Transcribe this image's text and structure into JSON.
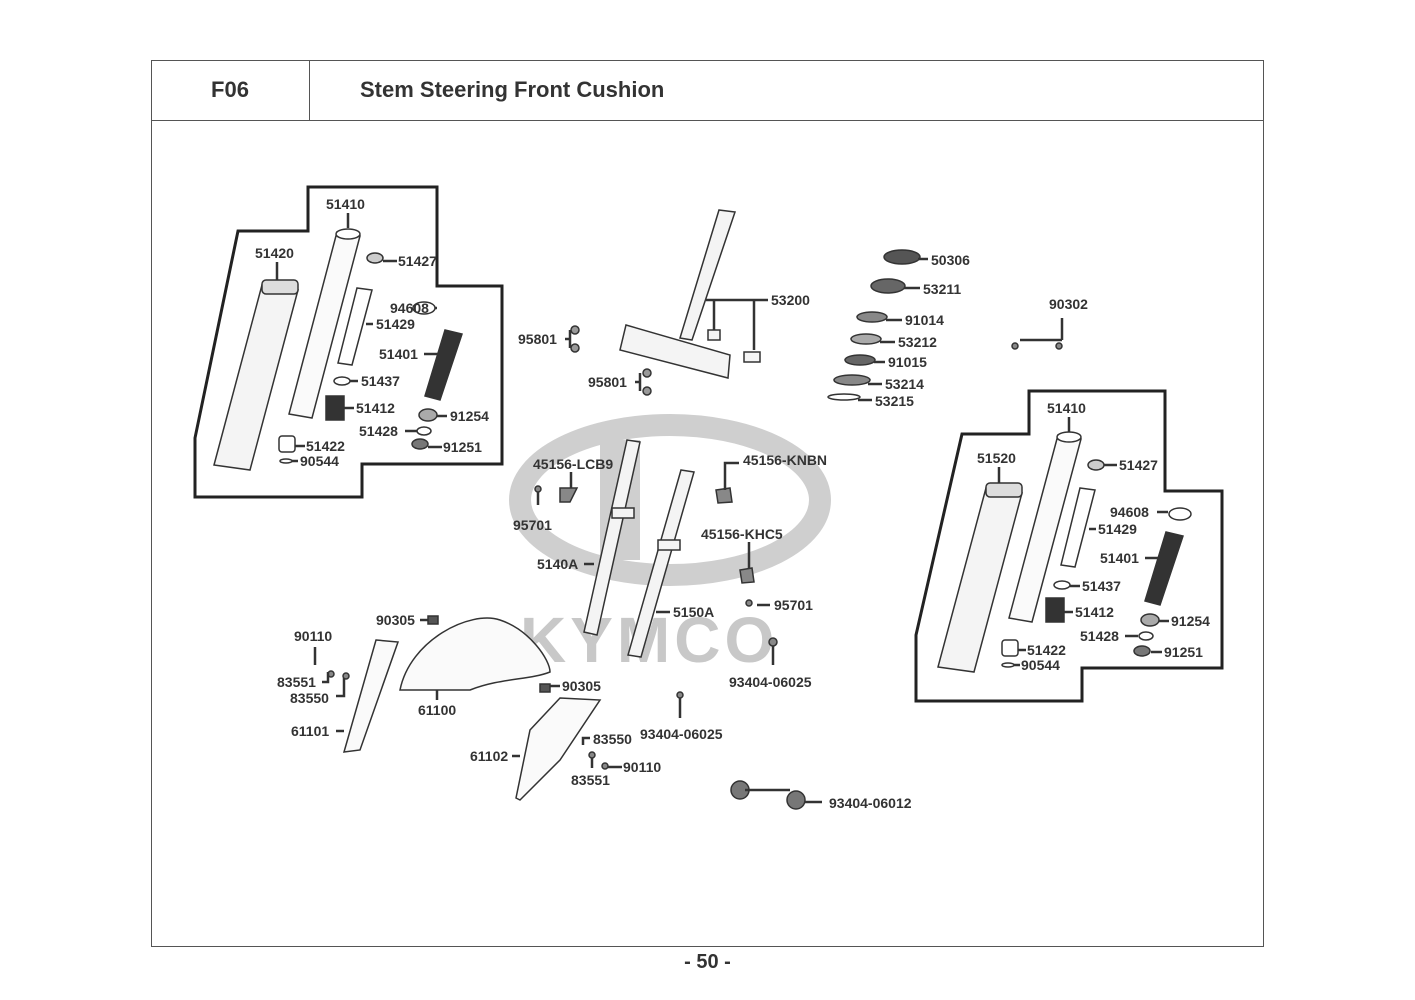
{
  "header": {
    "code": "F06",
    "title": "Stem Steering  Front Cushion"
  },
  "watermark": "KYMCO",
  "footer": {
    "page_number": "- 50 -"
  },
  "left_fork_group": {
    "labels": [
      "51410",
      "51420",
      "51427",
      "94608",
      "51429",
      "51401",
      "51437",
      "51412",
      "91254",
      "51428",
      "91251",
      "51422",
      "90544"
    ]
  },
  "right_fork_group": {
    "labels": [
      "51410",
      "51520",
      "51427",
      "94608",
      "51429",
      "51401",
      "51437",
      "51412",
      "51428",
      "91254",
      "91251",
      "51422",
      "90544"
    ]
  },
  "steering_stem": {
    "labels": [
      "53200",
      "95801",
      "95801"
    ]
  },
  "bearing_stack": {
    "labels": [
      "50306",
      "53211",
      "91014",
      "53212",
      "91015",
      "53214",
      "53215"
    ]
  },
  "misc_parts": {
    "labels": [
      "90302",
      "45156-LCB9",
      "45156-KNBN",
      "95701",
      "45156-KHC5",
      "5140A",
      "5150A",
      "95701",
      "93404-06025"
    ]
  },
  "fender_parts": {
    "labels": [
      "90305",
      "90110",
      "83551",
      "83550",
      "61100",
      "61101",
      "90305",
      "61102",
      "83550",
      "83551",
      "90110",
      "93404-06025",
      "93404-06012"
    ]
  }
}
